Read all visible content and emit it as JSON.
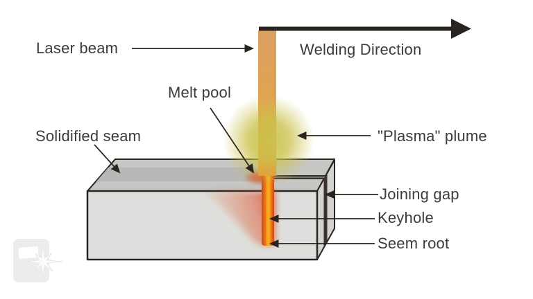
{
  "diagram": {
    "labels": {
      "laser_beam": "Laser beam",
      "welding_direction": "Welding Direction",
      "melt_pool": "Melt pool",
      "solidified_seam": "Solidified seam",
      "plasma_plume": "\"Plasma\" plume",
      "joining_gap": "Joining gap",
      "keyhole": "Keyhole",
      "seem_root": "Seem root"
    },
    "watermark_icon": "welding-helmet-spark-logo",
    "colors": {
      "line": "#2a241e",
      "text": "#3c3c3c",
      "beam_top": "#daa061",
      "beam_mid": "#e2a44e",
      "beam_bottom": "#e89434",
      "plume": "#cbc24d",
      "keyhole_edge": "#cf4712",
      "keyhole_mid": "#ea7518",
      "keyhole_core": "#f8a81e",
      "melt": "#dd4a20",
      "block_top": "#c6c6c4",
      "block_front": "#dedfdc",
      "block_side": "#d3d3d1",
      "seam": "#b6b6b4",
      "gap_dark": "#38322a",
      "groove_light": "#9a9a98",
      "watermark": "#ececea",
      "watermark_star": "#fbfbf9"
    }
  }
}
